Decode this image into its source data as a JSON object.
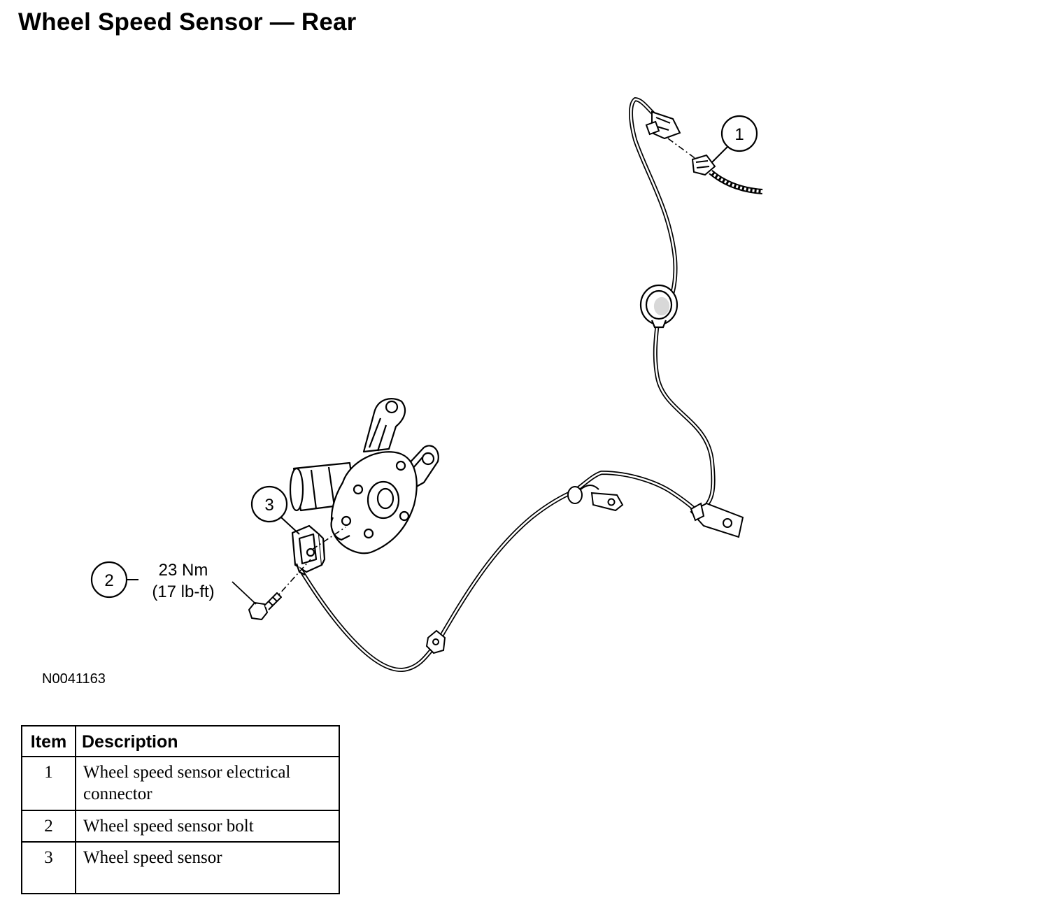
{
  "title": "Wheel Speed Sensor — Rear",
  "figure": {
    "callouts": [
      {
        "number": "1"
      },
      {
        "number": "2"
      },
      {
        "number": "3"
      }
    ],
    "torque_primary": "23 Nm",
    "torque_secondary": "(17 lb-ft)",
    "figure_id": "N0041163"
  },
  "table": {
    "headers": {
      "item": "Item",
      "description": "Description"
    },
    "rows": [
      {
        "item": "1",
        "description": "Wheel speed sensor electrical connector"
      },
      {
        "item": "2",
        "description": "Wheel speed sensor bolt"
      },
      {
        "item": "3",
        "description": "Wheel speed sensor"
      }
    ]
  }
}
